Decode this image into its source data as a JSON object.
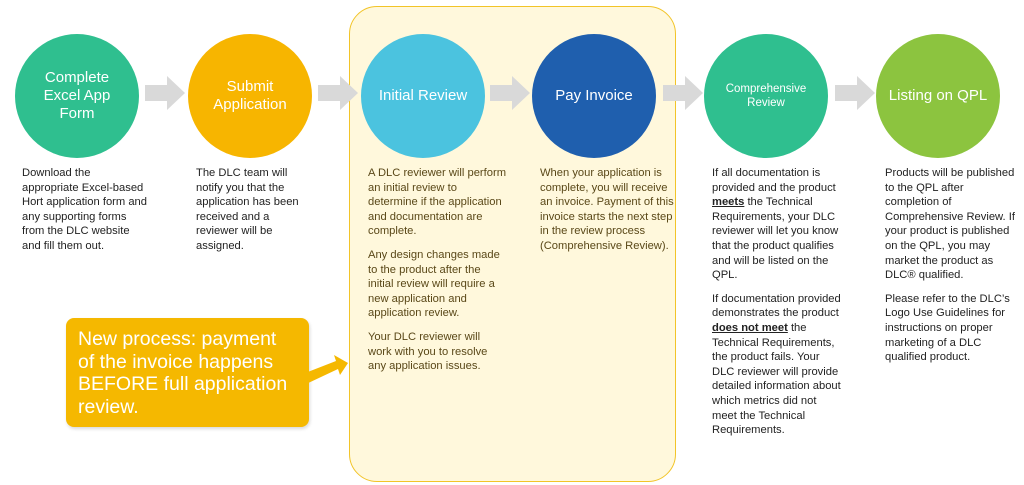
{
  "steps": [
    {
      "label": "Complete Excel App Form",
      "color": "#2fbf8f"
    },
    {
      "label": "Submit Application",
      "color": "#f7b500"
    },
    {
      "label": "Initial Review",
      "color": "#4bc3df"
    },
    {
      "label": "Pay Invoice",
      "color": "#1f5fae"
    },
    {
      "label": "Comprehensive Review",
      "color": "#2fbf8f"
    },
    {
      "label": "Listing on QPL",
      "color": "#8cc43f"
    }
  ],
  "desc": {
    "s1": "Download the appropriate Excel-based Hort application form and any supporting forms from the DLC website and fill them out.",
    "s2": "The DLC team will notify you that the application has been received and a reviewer will be assigned.",
    "s3a": "A DLC reviewer will perform an initial review to determine if the application and documentation are complete.",
    "s3b": "Any design changes made to the product after the initial review will require a new application and application review.",
    "s3c": "Your DLC reviewer will work with you to resolve any application issues.",
    "s4": "When your application is complete, you will receive an invoice. Payment of this invoice starts the next step in the review process (Comprehensive Review).",
    "s5a_pre": "If all documentation is provided and the product ",
    "s5a_kw": "meets",
    "s5a_post": " the Technical Requirements, your DLC reviewer will let you know that the product qualifies and will be listed on the QPL.",
    "s5b_pre": "If documentation provided demonstrates the product ",
    "s5b_kw": "does not meet",
    "s5b_post": " the Technical Requirements, the product fails. Your DLC reviewer will provide detailed information about which metrics did not meet the Technical Requirements.",
    "s6a": "Products will be published to the QPL after completion of Comprehensive Review. If your product is published on the QPL, you may market the product as DLC® qualified.",
    "s6b": "Please refer to the DLC’s Logo Use Guidelines for instructions on proper marketing of a DLC qualified product."
  },
  "callout": {
    "text": "New process: payment of the invoice happens BEFORE full application review.",
    "color": "#f5b800"
  },
  "colors": {
    "arrow": "#d9d9d9",
    "highlight_border": "#f2c428",
    "highlight_fill": "#fff8dc"
  }
}
